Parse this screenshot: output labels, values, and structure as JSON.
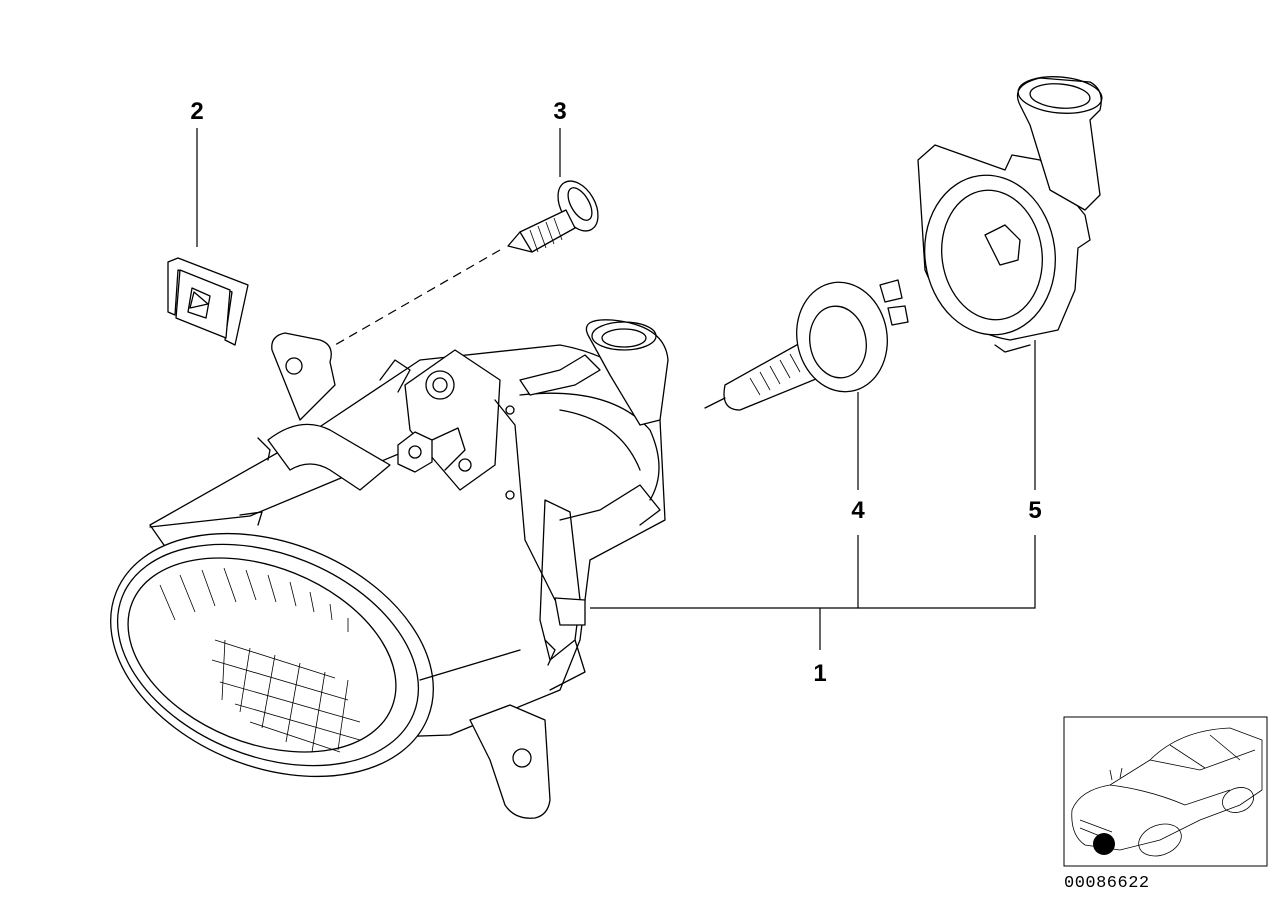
{
  "callouts": [
    {
      "id": "1",
      "label": "1"
    },
    {
      "id": "2",
      "label": "2"
    },
    {
      "id": "3",
      "label": "3"
    },
    {
      "id": "4",
      "label": "4"
    },
    {
      "id": "5",
      "label": "5"
    }
  ],
  "document_number": "00086622",
  "icons": {
    "fog_lamp": "fog-lamp-assembly-icon",
    "clip": "spring-nut-clip-icon",
    "screw": "self-tapping-screw-icon",
    "bulb": "halogen-bulb-icon",
    "socket": "bulb-socket-icon",
    "car": "vehicle-location-icon"
  },
  "colors": {
    "line": "#000000",
    "background": "#ffffff",
    "location_marker": "#000000"
  }
}
